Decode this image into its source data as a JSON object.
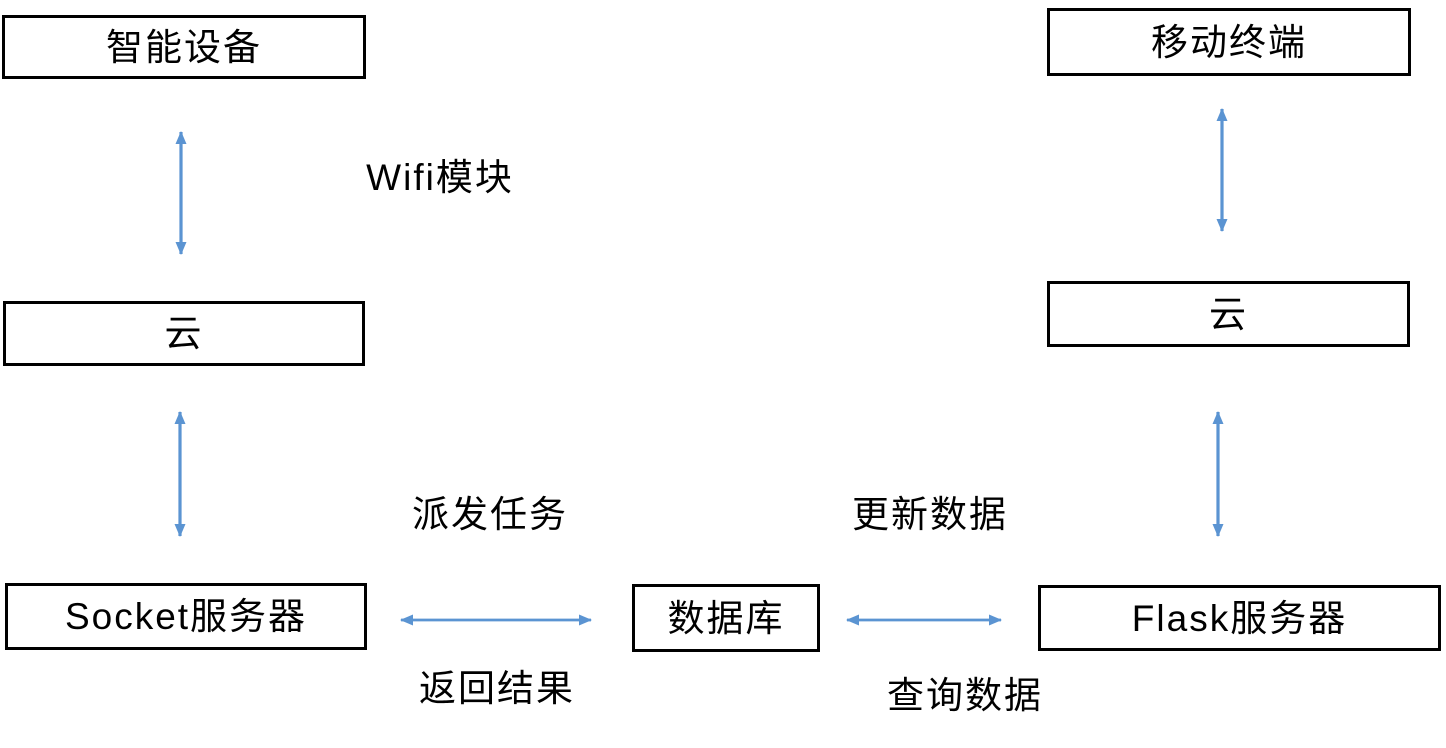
{
  "diagram": {
    "boxes": [
      {
        "id": "smart-device",
        "label": "智能设备"
      },
      {
        "id": "cloud-left",
        "label": "云"
      },
      {
        "id": "socket-server",
        "label": "Socket服务器"
      },
      {
        "id": "database",
        "label": "数据库"
      },
      {
        "id": "mobile-terminal",
        "label": "移动终端"
      },
      {
        "id": "cloud-right",
        "label": "云"
      },
      {
        "id": "flask-server",
        "label": "Flask服务器"
      }
    ],
    "edge_labels": [
      {
        "id": "wifi-module",
        "text": "Wifi模块"
      },
      {
        "id": "dispatch-task",
        "text": "派发任务"
      },
      {
        "id": "return-result",
        "text": "返回结果"
      },
      {
        "id": "update-data",
        "text": "更新数据"
      },
      {
        "id": "query-data",
        "text": "查询数据"
      }
    ],
    "colors": {
      "arrow": "#5b94d2",
      "box_border": "#000000",
      "text": "#000000",
      "background": "#ffffff"
    }
  }
}
